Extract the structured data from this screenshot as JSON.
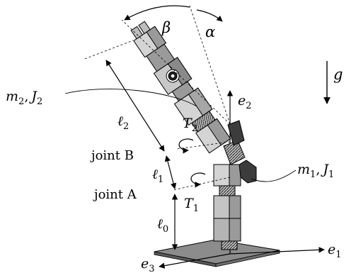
{
  "labels": {
    "beta": "β",
    "alpha": "α",
    "g": "g",
    "m2": "m",
    "m2_sub": "2",
    "J2": "J",
    "J2_sub": "2",
    "comma": ",",
    "l2": "ℓ",
    "l2_sub": "2",
    "e2": "e",
    "e2_sub": "2",
    "T2": "T",
    "T2_sub": "2",
    "jointB": "joint B",
    "l1": "ℓ",
    "l1_sub": "1",
    "m1": "m",
    "m1_sub": "1",
    "J1": "J",
    "J1_sub": "1",
    "jointA": "joint A",
    "T1": "T",
    "T1_sub": "1",
    "l0": "ℓ",
    "l0_sub": "0",
    "e1": "e",
    "e1_sub": "1",
    "e3": "e",
    "e3_sub": "3"
  },
  "colors": {
    "line": "#000000",
    "block_light": "#d4d4d4",
    "block_mid": "#9a9a9a",
    "block_dark": "#3c3c3c",
    "base": "#8c8c8c"
  }
}
